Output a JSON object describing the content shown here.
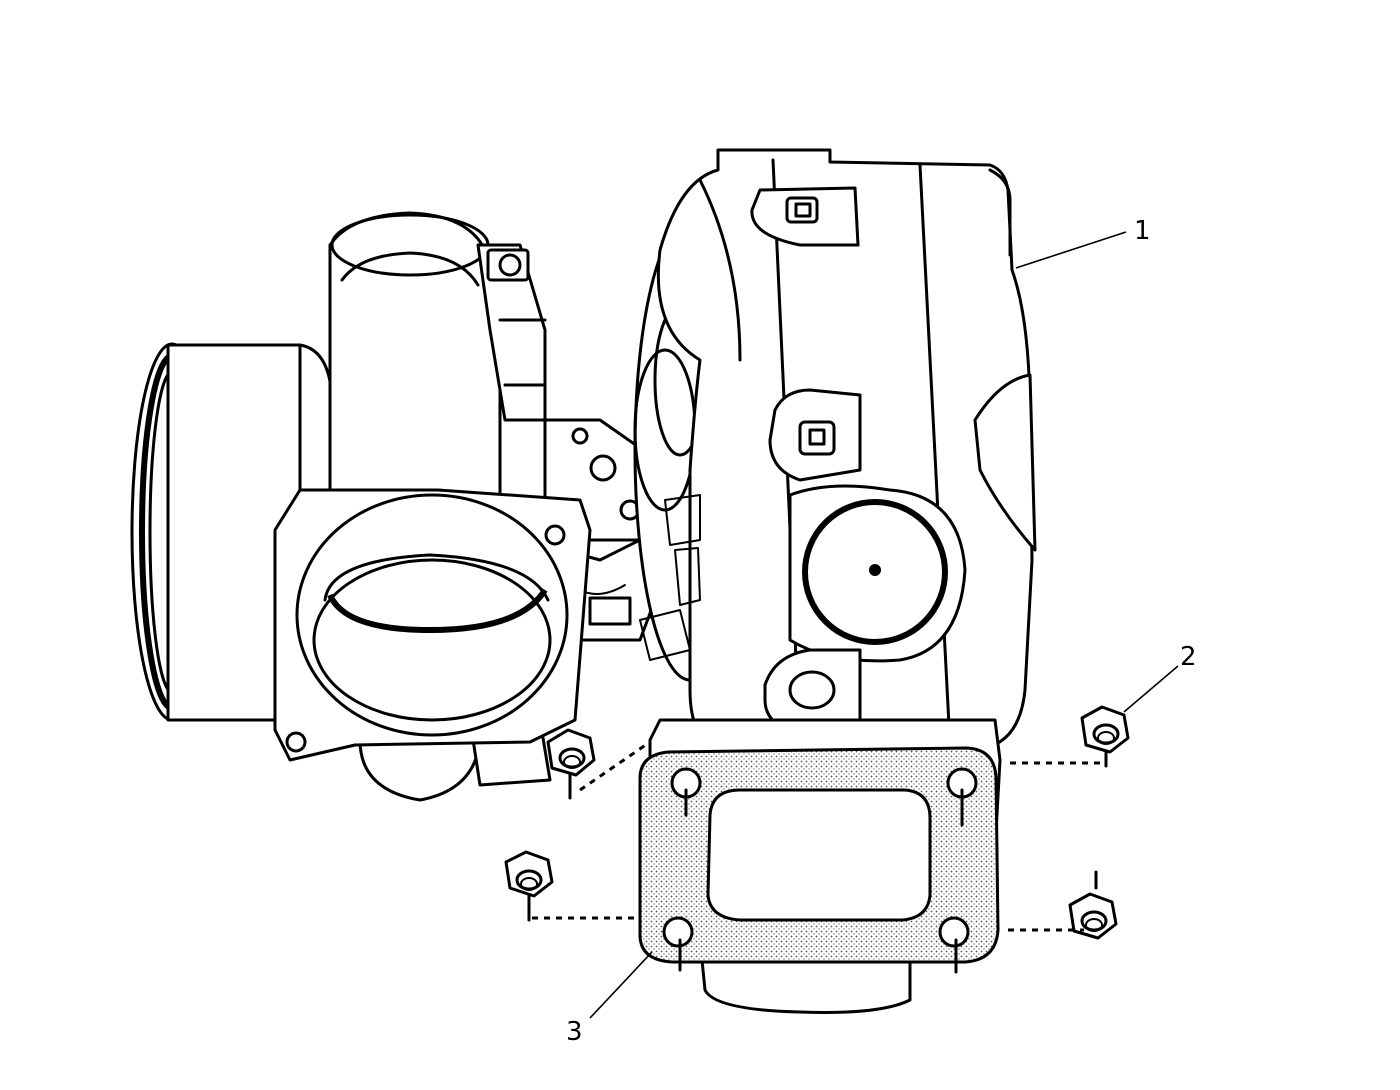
{
  "callouts": [
    {
      "id": "1",
      "text": "1"
    },
    {
      "id": "2",
      "text": "2"
    },
    {
      "id": "3",
      "text": "3"
    }
  ],
  "colors": {
    "line": "#000000",
    "background": "#ffffff",
    "gasket_fill": "#e6e6e6"
  }
}
